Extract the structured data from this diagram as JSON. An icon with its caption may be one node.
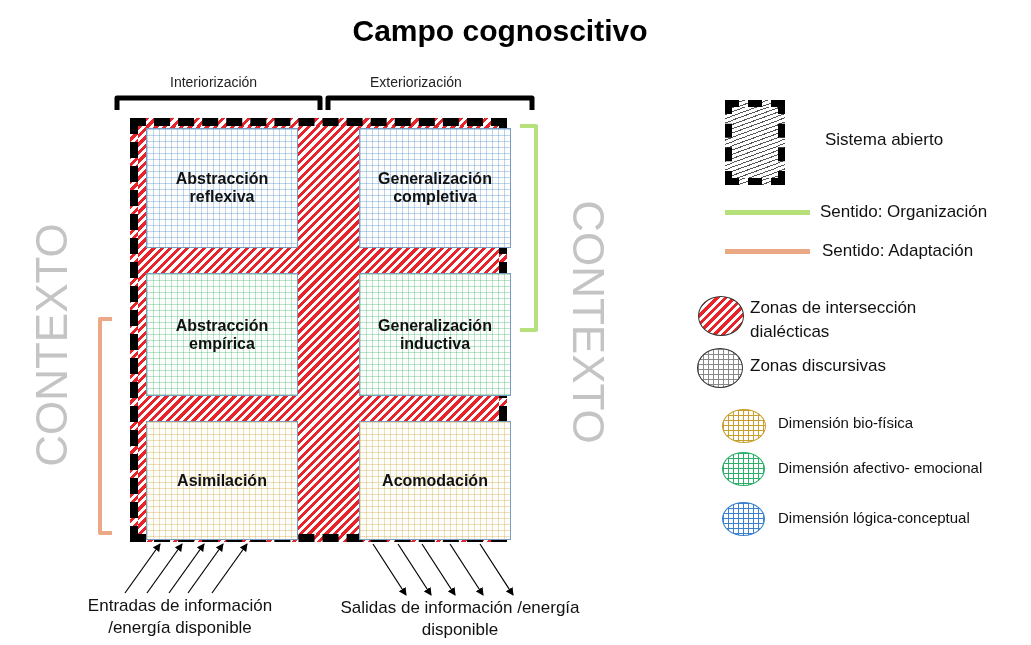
{
  "diagram": {
    "title": "Campo cognoscitivo",
    "nodes": [
      {
        "text": [],
        "shape": "box"
      },
      {
        "text": [
          "Abstracción reflexiva"
        ],
        "in": 0
      },
      {
        "text": [
          "Generalización completiva"
        ],
        "in": 0
      },
      {
        "text": [
          "Abstracción empírica"
        ],
        "in": 0
      },
      {
        "text": [
          "Generalización inductiva"
        ],
        "in": 0
      },
      {
        "text": [
          "Asimilación"
        ],
        "in": 0
      },
      {
        "text": [
          "Acomodación"
        ],
        "in": 0
      },
      {
        "text": [
          "Entradas de información /energía disponible"
        ]
      },
      {
        "text": [
          "Salidas de información /energía disponible"
        ]
      }
    ],
    "edges": [
      {
        "from": 7,
        "to": 0,
        "arrow": "to"
      },
      {
        "from": 7,
        "to": 0,
        "arrow": "to"
      },
      {
        "from": 7,
        "to": 0,
        "arrow": "to"
      },
      {
        "from": 7,
        "to": 0,
        "arrow": "to"
      },
      {
        "from": 7,
        "to": 0,
        "arrow": "to"
      },
      {
        "from": 0,
        "to": 8,
        "arrow": "to"
      },
      {
        "from": 0,
        "to": 8,
        "arrow": "to"
      },
      {
        "from": 0,
        "to": 8,
        "arrow": "to"
      },
      {
        "from": 0,
        "to": 8,
        "arrow": "to"
      },
      {
        "from": 0,
        "to": 8,
        "arrow": "to"
      }
    ],
    "labels": [
      "Interiorización",
      "Exteriorización",
      "CONTEXTO",
      "CONTEXTO"
    ],
    "legend": [
      {
        "text": "Sistema abierto"
      },
      {
        "text": "Sentido: Organización"
      },
      {
        "text": "Sentido: Adaptación"
      },
      {
        "text": "Zonas de intersección dialécticas",
        "color": "#e8242a"
      },
      {
        "text": "Zonas discursivas"
      },
      {
        "text": "Dimensión bio-física",
        "color": "#c9a030"
      },
      {
        "text": "Dimensión afectivo- emocional",
        "color": "#2eb06a"
      },
      {
        "text": "Dimensión lógica-conceptual",
        "color": "#3a80d0"
      }
    ]
  }
}
